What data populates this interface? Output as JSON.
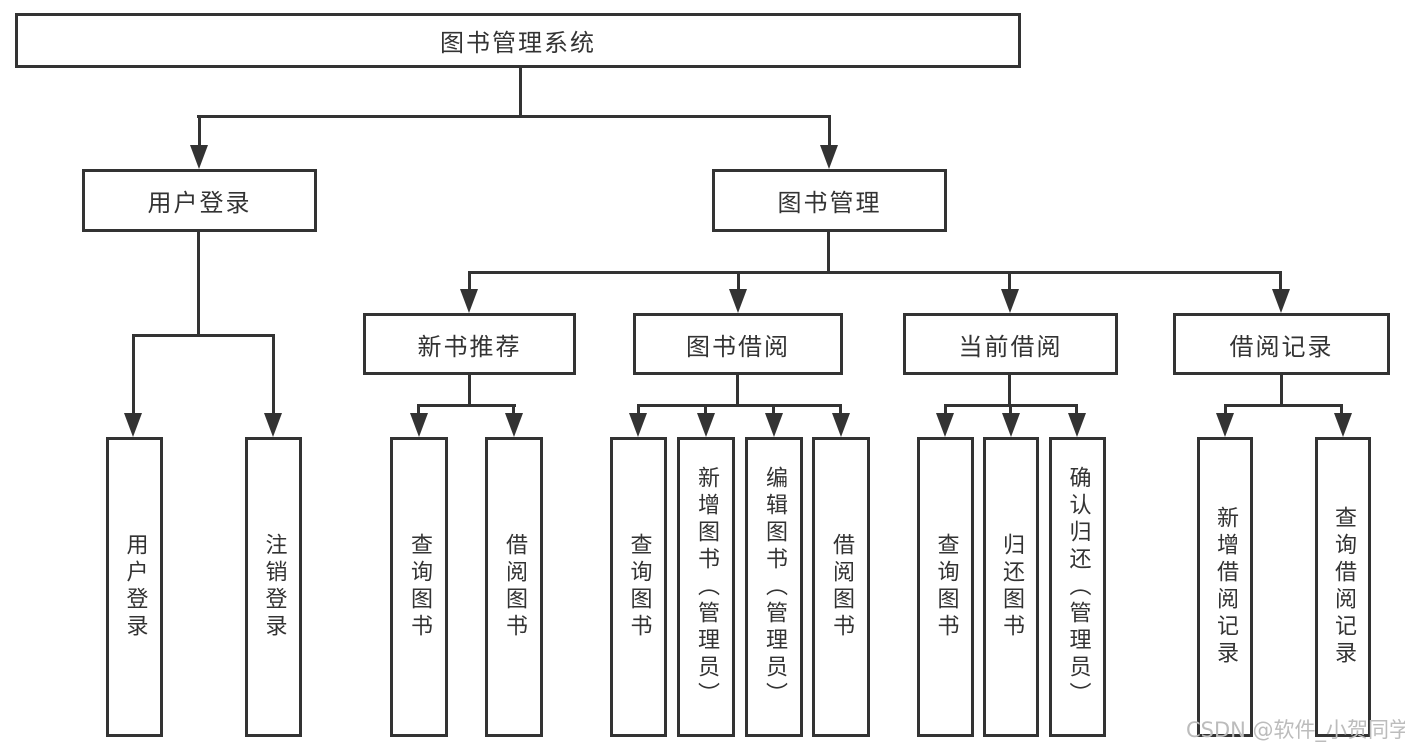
{
  "title": {
    "label": "图书管理系统"
  },
  "level2": [
    {
      "label": "用户登录"
    },
    {
      "label": "图书管理"
    }
  ],
  "level3": [
    {
      "label": "新书推荐"
    },
    {
      "label": "图书借阅"
    },
    {
      "label": "当前借阅"
    },
    {
      "label": "借阅记录"
    }
  ],
  "leaves": [
    {
      "label": "用户登录"
    },
    {
      "label": "注销登录"
    },
    {
      "label": "查询图书"
    },
    {
      "label": "借阅图书"
    },
    {
      "label": "查询图书"
    },
    {
      "label": "新增图书（管理员）"
    },
    {
      "label": "编辑图书（管理员）"
    },
    {
      "label": "借阅图书"
    },
    {
      "label": "查询图书"
    },
    {
      "label": "归还图书"
    },
    {
      "label": "确认归还（管理员）"
    },
    {
      "label": "新增借阅记录"
    },
    {
      "label": "查询借阅记录"
    }
  ],
  "watermark": {
    "text": "CSDN @软件_小贺同学"
  },
  "colors": {
    "line": "#333333",
    "text": "#333333",
    "box_background": "#ffffff",
    "page_background": "#ffffff",
    "watermark": "#bcbcbc"
  }
}
